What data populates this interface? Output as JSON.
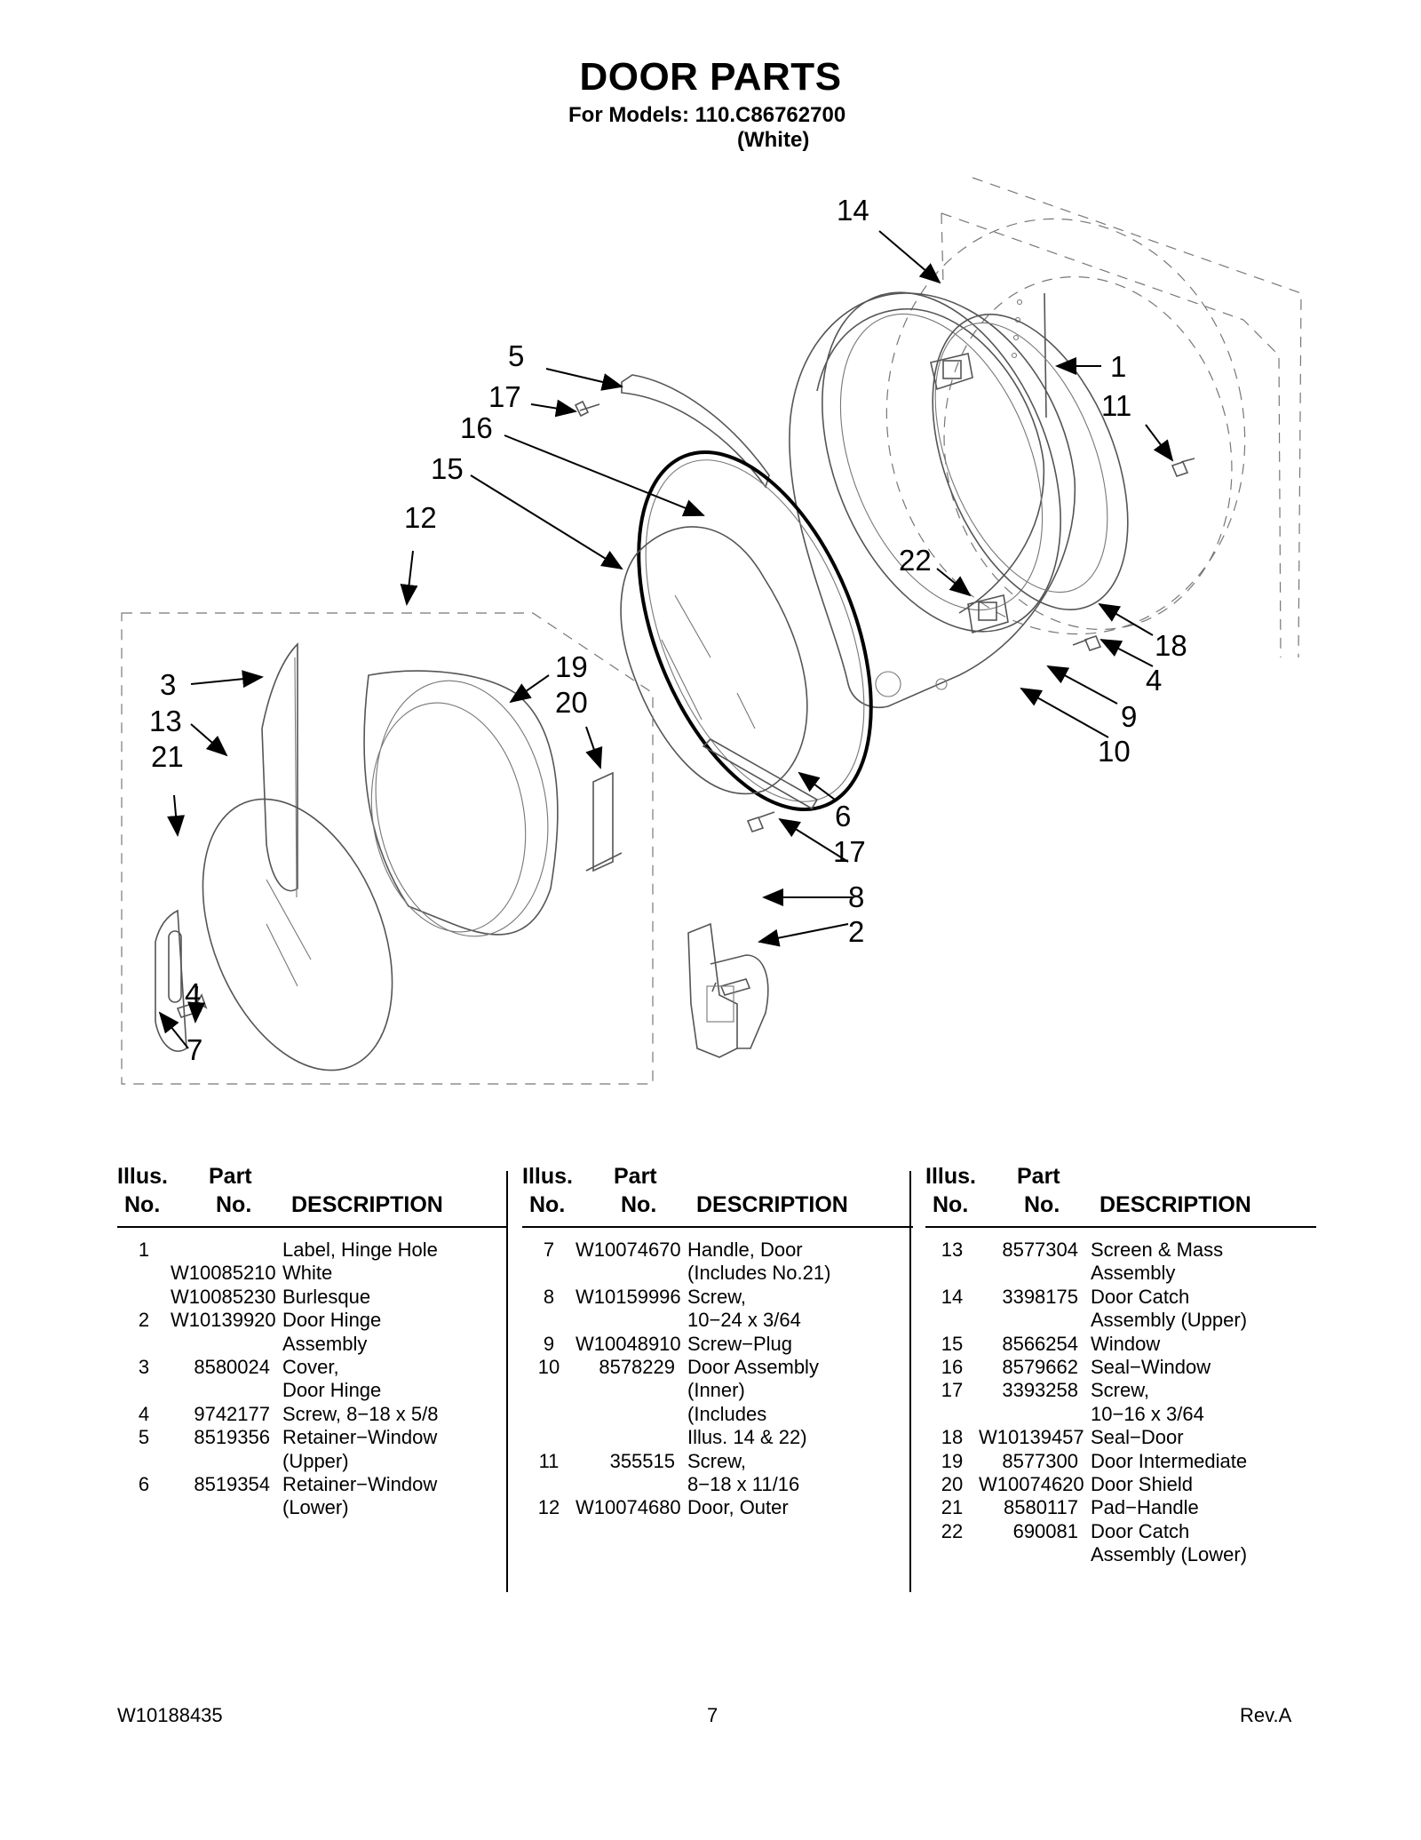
{
  "header": {
    "title": "DOOR PARTS",
    "models_line": "For Models: 110.C86762700",
    "color_line": "(White)"
  },
  "diagram": {
    "callouts": [
      "14",
      "5",
      "17",
      "16",
      "15",
      "12",
      "1",
      "11",
      "22",
      "18",
      "4",
      "9",
      "10",
      "3",
      "13",
      "21",
      "19",
      "20",
      "6",
      "17",
      "8",
      "2",
      "4",
      "7"
    ]
  },
  "table": {
    "headers": {
      "illus_1": "Illus.",
      "illus_2": "No.",
      "part_1": "Part",
      "part_2": "No.",
      "desc": "DESCRIPTION"
    },
    "columns": [
      [
        [
          "1",
          "",
          "Label, Hinge Hole"
        ],
        [
          "",
          "W10085210",
          "White"
        ],
        [
          "",
          "W10085230",
          "Burlesque"
        ],
        [
          "2",
          "W10139920",
          "Door Hinge"
        ],
        [
          "",
          "",
          "Assembly"
        ],
        [
          "3",
          "8580024",
          "Cover,"
        ],
        [
          "",
          "",
          "Door Hinge"
        ],
        [
          "4",
          "9742177",
          "Screw, 8−18 x 5/8"
        ],
        [
          "5",
          "8519356",
          "Retainer−Window"
        ],
        [
          "",
          "",
          "(Upper)"
        ],
        [
          "6",
          "8519354",
          "Retainer−Window"
        ],
        [
          "",
          "",
          "(Lower)"
        ]
      ],
      [
        [
          "7",
          "W10074670",
          "Handle, Door"
        ],
        [
          "",
          "",
          "(Includes No.21)"
        ],
        [
          "8",
          "W10159996",
          "Screw,"
        ],
        [
          "",
          "",
          "10−24 x 3/64"
        ],
        [
          "9",
          "W10048910",
          "Screw−Plug"
        ],
        [
          "10",
          "8578229",
          "Door Assembly"
        ],
        [
          "",
          "",
          "(Inner)"
        ],
        [
          "",
          "",
          "(Includes"
        ],
        [
          "",
          "",
          " Illus. 14 & 22)"
        ],
        [
          "11",
          "355515",
          "Screw,"
        ],
        [
          "",
          "",
          "8−18 x 11/16"
        ],
        [
          "12",
          "W10074680",
          "Door, Outer"
        ]
      ],
      [
        [
          "13",
          "8577304",
          "Screen & Mass"
        ],
        [
          "",
          "",
          "Assembly"
        ],
        [
          "14",
          "3398175",
          "Door Catch"
        ],
        [
          "",
          "",
          "Assembly (Upper)"
        ],
        [
          "15",
          "8566254",
          "Window"
        ],
        [
          "16",
          "8579662",
          "Seal−Window"
        ],
        [
          "17",
          "3393258",
          "Screw,"
        ],
        [
          "",
          "",
          "10−16 x 3/64"
        ],
        [
          "18",
          "W10139457",
          "Seal−Door"
        ],
        [
          "19",
          "8577300",
          "Door Intermediate"
        ],
        [
          "20",
          "W10074620",
          "Door Shield"
        ],
        [
          "21",
          "8580117",
          "Pad−Handle"
        ],
        [
          "22",
          "690081",
          "Door Catch"
        ],
        [
          "",
          "",
          "Assembly (Lower)"
        ]
      ]
    ]
  },
  "footer": {
    "doc_number": "W10188435",
    "page_number": "7",
    "revision": "Rev.A"
  }
}
